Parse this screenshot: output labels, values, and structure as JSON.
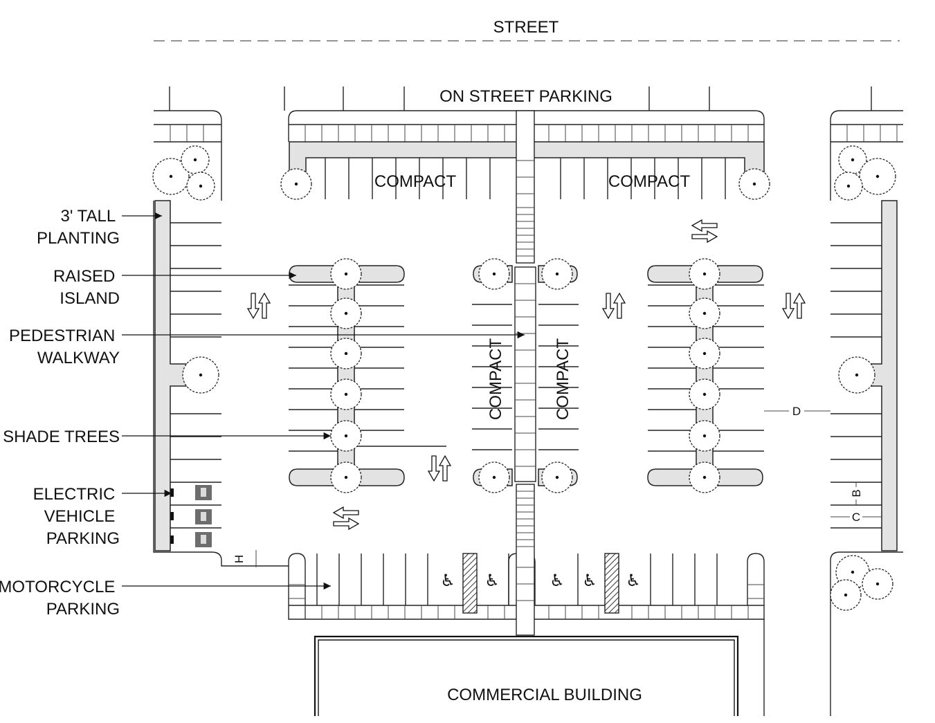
{
  "labels": {
    "street": "STREET",
    "on_street_parking": "ON STREET PARKING",
    "compact_top_left": "COMPACT",
    "compact_top_right": "COMPACT",
    "compact_center_left": "COMPACT",
    "compact_center_right": "COMPACT",
    "commercial_building": "COMMERCIAL BUILDING"
  },
  "callouts": {
    "tall_planting": [
      "3' TALL",
      "PLANTING"
    ],
    "raised_island": [
      "RAISED",
      "ISLAND"
    ],
    "pedestrian_walkway": [
      "PEDESTRIAN",
      "WALKWAY"
    ],
    "shade_trees": [
      "SHADE TREES"
    ],
    "electric_vehicle_parking": [
      "ELECTRIC",
      "VEHICLE",
      "PARKING"
    ],
    "motorcycle_parking": [
      "MOTORCYCLE",
      "PARKING"
    ]
  },
  "dimensions": {
    "b": "B",
    "c": "C",
    "d": "D",
    "h": "H"
  },
  "icons": {
    "accessible": "accessible-parking-icon",
    "ev": "ev-charger-icon",
    "traffic": "two-way-arrow-icon"
  },
  "colors": {
    "island_fill": "#e3e3e3",
    "ev_marker": "#6d6d6d",
    "line": "#222222"
  }
}
